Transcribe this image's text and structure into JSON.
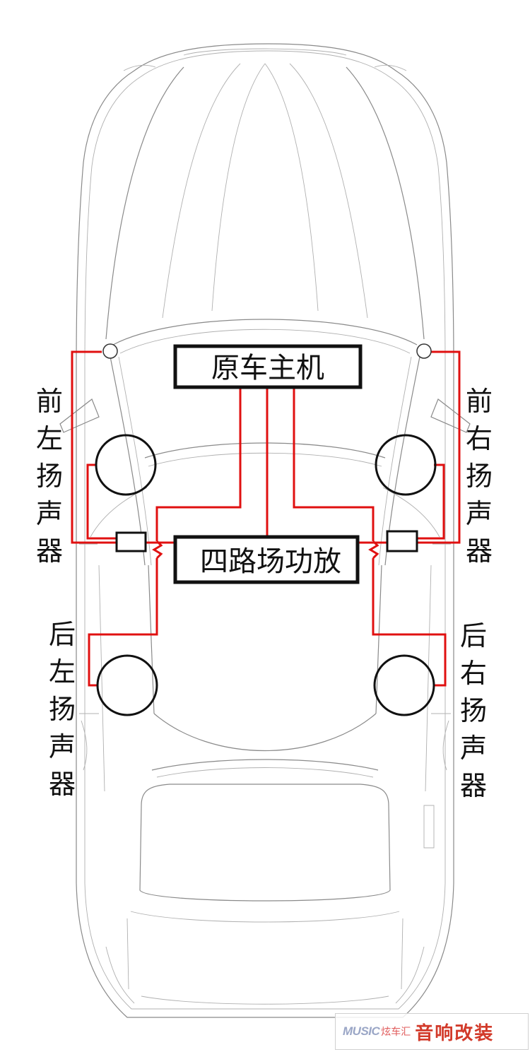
{
  "diagram": {
    "head_unit_label": "原车主机",
    "amplifier_label": "四路场功放",
    "speakers": {
      "front_left": "前左扬声器",
      "front_right": "前右扬声器",
      "rear_left": "后左扬声器",
      "rear_right": "后右扬声器"
    },
    "colors": {
      "wire": "#e01010",
      "outline": "#8a8a8a",
      "box_border": "#111111"
    }
  },
  "watermark": {
    "logo": "MUSIC",
    "brand": "炫车汇",
    "title": "音响改装"
  }
}
